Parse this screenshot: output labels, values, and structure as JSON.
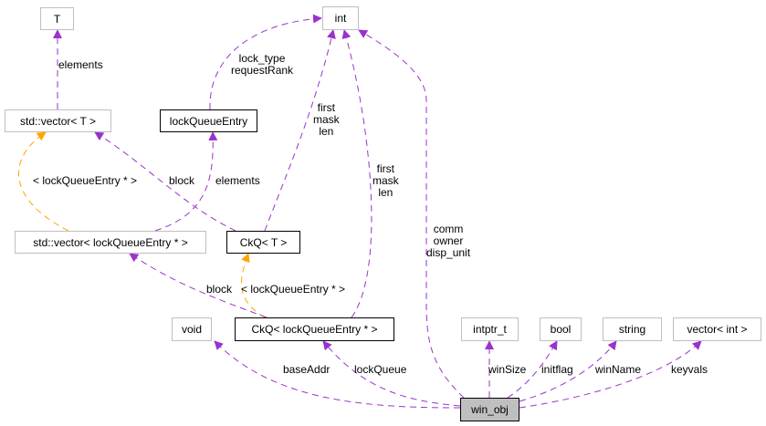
{
  "nodes": {
    "T": "T",
    "vector_T": "std::vector< T >",
    "lockQueueEntry": "lockQueueEntry",
    "int": "int",
    "vector_lqe": "std::vector< lockQueueEntry * >",
    "ckq_T": "CkQ< T >",
    "void": "void",
    "ckq_lqe": "CkQ< lockQueueEntry * >",
    "intptr_t": "intptr_t",
    "bool": "bool",
    "string": "string",
    "vector_int": "vector< int >",
    "win_obj": "win_obj"
  },
  "edge_labels": {
    "elements_T": "elements",
    "lock_type": "lock_type\nrequestRank",
    "first_mask_len_ckqT": "first\nmask\nlen",
    "first_mask_len_ckqlqe": "first\nmask\nlen",
    "tmpl_vector": "< lockQueueEntry * >",
    "block_vecT": "block",
    "elements_lqe": "elements",
    "comm_owner": "comm\nowner\ndisp_unit",
    "block_veclqe": "block",
    "tmpl_ckq": "< lockQueueEntry * >",
    "baseAddr": "baseAddr",
    "lockQueue": "lockQueue",
    "winSize": "winSize",
    "initflag": "initflag",
    "winName": "winName",
    "keyvals": "keyvals"
  },
  "colors": {
    "usage_edge": "#9a32cd",
    "template_edge": "#ffa500",
    "external_border": "#bfbfbf",
    "documented_border": "#000000",
    "main_fill": "#bfbfbf"
  }
}
